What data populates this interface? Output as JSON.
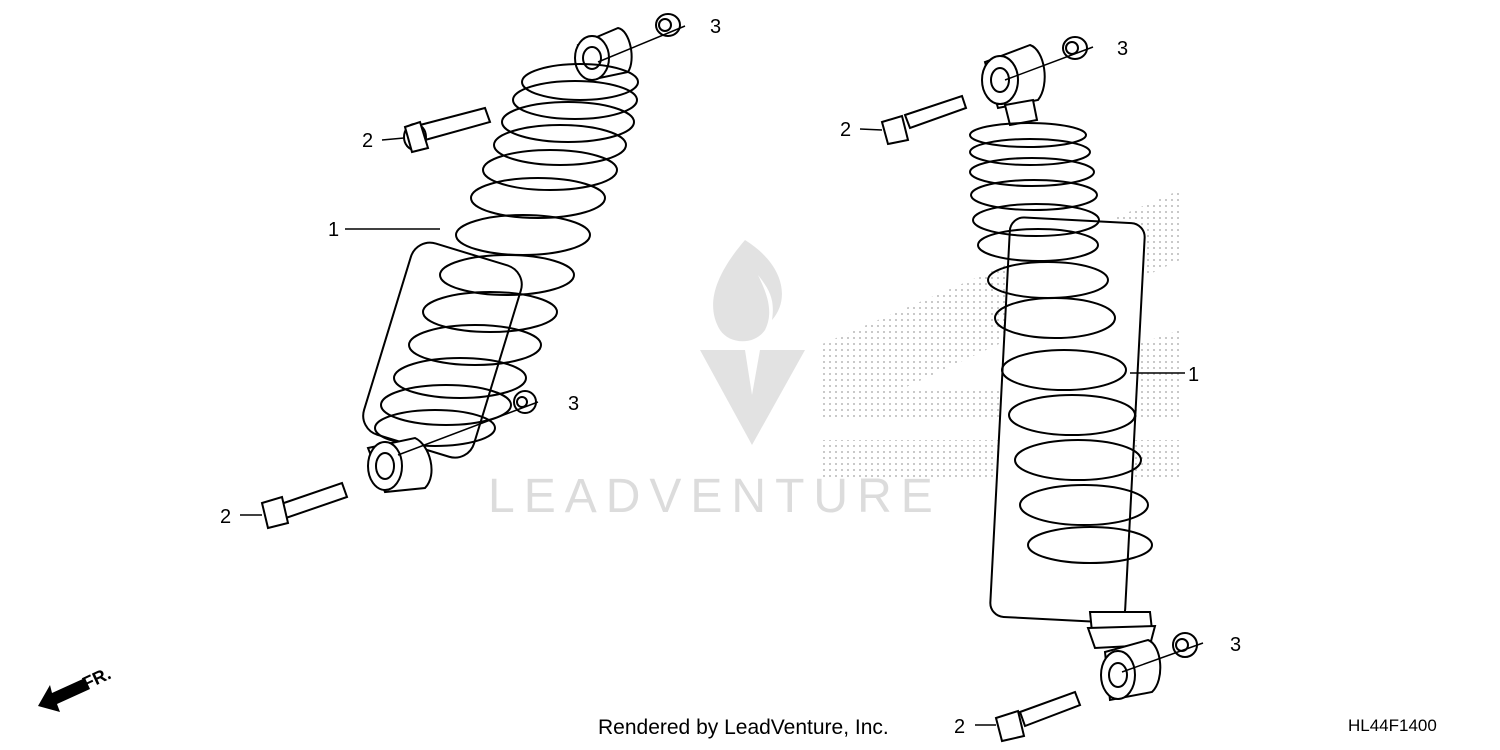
{
  "watermark": {
    "text": "LEADVENTURE"
  },
  "direction": {
    "label": "FR."
  },
  "footer": {
    "credit": "Rendered by LeadVenture, Inc.",
    "diagram_code": "HL44F1400"
  },
  "callouts": {
    "left_top_nut": "3",
    "left_top_bolt": "2",
    "left_shock": "1",
    "left_bottom_nut": "3",
    "left_bottom_bolt": "2",
    "right_top_nut": "3",
    "right_top_bolt": "2",
    "right_shock": "1",
    "right_bottom_nut": "3",
    "right_bottom_bolt": "2"
  },
  "colors": {
    "line": "#000000",
    "watermark": "#dcdcdc",
    "dots": "#b8b8b8"
  }
}
